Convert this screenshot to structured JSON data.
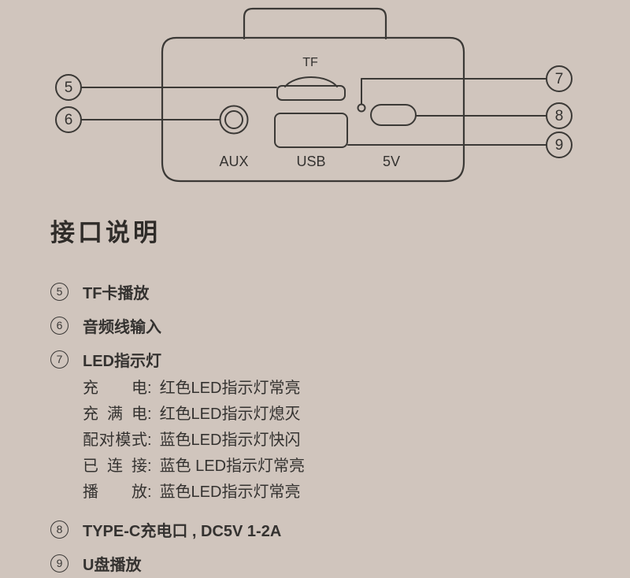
{
  "colors": {
    "background": "#d0c5bd",
    "line": "#3b3936",
    "text": "#343230"
  },
  "diagram": {
    "tf_label": "TF",
    "aux_label": "AUX",
    "usb_label": "USB",
    "v5_label": "5V",
    "callouts": {
      "c5": "5",
      "c6": "6",
      "c7": "7",
      "c8": "8",
      "c9": "9"
    }
  },
  "section": {
    "title": "接口说明"
  },
  "list": {
    "items": [
      {
        "num": "5",
        "text": "TF卡播放"
      },
      {
        "num": "6",
        "text": "音频线输入"
      },
      {
        "num": "7",
        "text": "LED指示灯"
      },
      {
        "num": "8",
        "text": "TYPE-C充电口 , DC5V 1-2A"
      },
      {
        "num": "9",
        "text": "U盘播放"
      }
    ],
    "led": {
      "colon": ":",
      "states": [
        {
          "label": "充电",
          "desc": "红色LED指示灯常亮"
        },
        {
          "label": "充满电",
          "desc": "红色LED指示灯熄灭"
        },
        {
          "label": "配对模式",
          "desc": "蓝色LED指示灯快闪"
        },
        {
          "label": "已连接",
          "desc": "蓝色 LED指示灯常亮"
        },
        {
          "label": "播放",
          "desc": "蓝色LED指示灯常亮"
        }
      ]
    }
  }
}
